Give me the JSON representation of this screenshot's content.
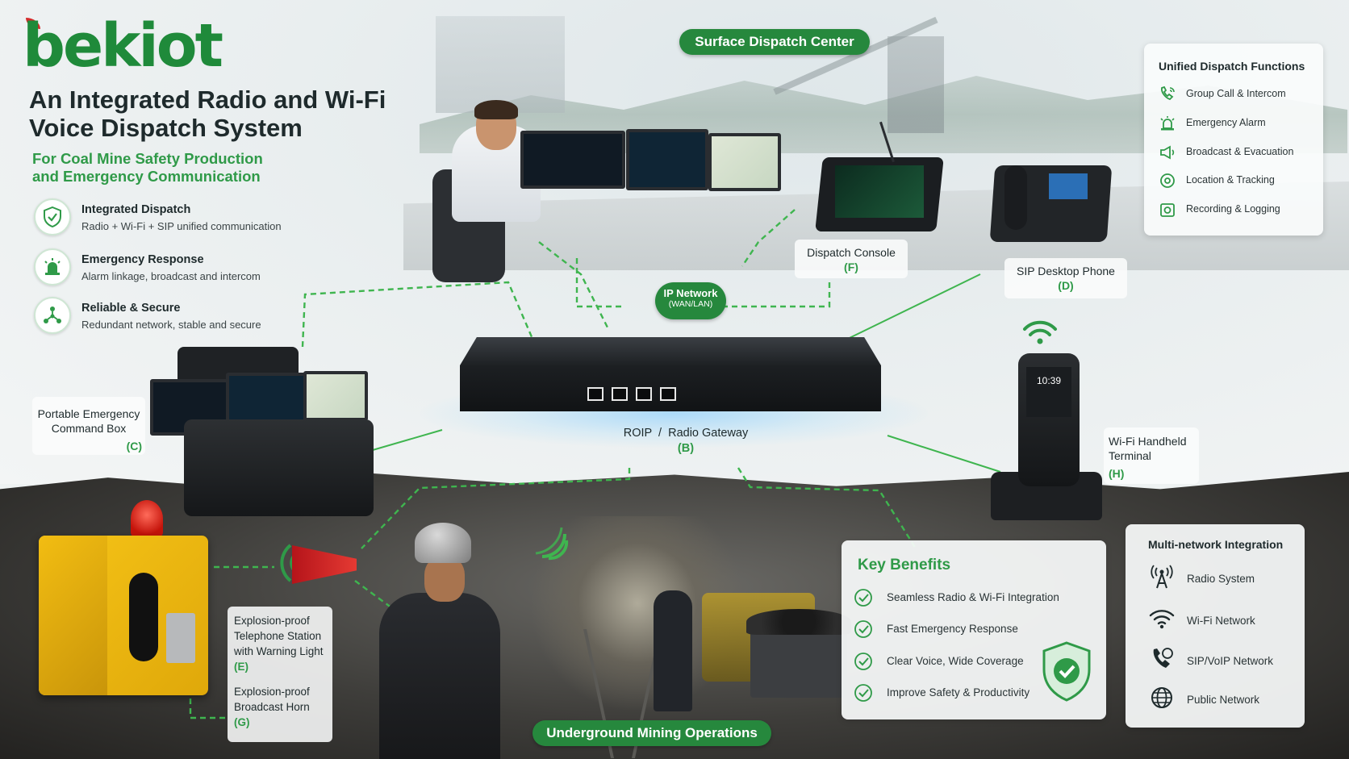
{
  "brand": {
    "logo_text": "bekiot",
    "logo_color": "#1f8a3a",
    "accent_red": "#d42a2a"
  },
  "header": {
    "title": "An Integrated Radio and Wi-Fi Voice Dispatch System",
    "subtitle": "For Coal Mine Safety Production and Emergency Communication"
  },
  "features": [
    {
      "icon": "shield-check-icon",
      "title": "Integrated Dispatch",
      "desc": "Radio + Wi-Fi + SIP unified communication"
    },
    {
      "icon": "alarm-light-icon",
      "title": "Emergency Response",
      "desc": "Alarm linkage, broadcast and intercom"
    },
    {
      "icon": "network-nodes-icon",
      "title": "Reliable & Secure",
      "desc": "Redundant network, stable and secure"
    }
  ],
  "sections": {
    "surface": "Surface Dispatch Center",
    "underground": "Underground Mining Operations"
  },
  "network": {
    "ip_title": "IP Network",
    "ip_sub": "(WAN/LAN)"
  },
  "nodes": {
    "gateway": {
      "name": "ROIP  /  Radio Gateway",
      "code": "(B)"
    },
    "command_box": {
      "name": "Portable Emergency Command Box",
      "code": "(C)"
    },
    "sip_phone": {
      "name": "SIP Desktop Phone",
      "code": "(D)"
    },
    "telephone": {
      "name": "Explosion-proof Telephone Station with Warning Light",
      "code": "(E)"
    },
    "console": {
      "name": "Dispatch Console",
      "code": "(F)"
    },
    "horn": {
      "name": "Explosion-proof Broadcast Horn",
      "code": "(G)"
    },
    "handheld": {
      "name": "Wi-Fi Handheld Terminal",
      "code": "(H)",
      "screen_time": "10:39"
    }
  },
  "dispatch_functions": {
    "title": "Unified Dispatch Functions",
    "items": [
      {
        "icon": "group-call-icon",
        "label": "Group Call & Intercom"
      },
      {
        "icon": "alarm-icon",
        "label": "Emergency Alarm"
      },
      {
        "icon": "megaphone-icon",
        "label": "Broadcast & Evacuation"
      },
      {
        "icon": "location-icon",
        "label": "Location & Tracking"
      },
      {
        "icon": "recording-icon",
        "label": "Recording & Logging"
      }
    ]
  },
  "key_benefits": {
    "title": "Key Benefits",
    "items": [
      "Seamless Radio & Wi-Fi Integration",
      "Fast Emergency Response",
      "Clear Voice, Wide Coverage",
      "Improve Safety & Productivity"
    ]
  },
  "multi_network": {
    "title": "Multi-network Integration",
    "items": [
      {
        "icon": "radio-tower-icon",
        "label": "Radio System"
      },
      {
        "icon": "wifi-icon",
        "label": "Wi-Fi Network"
      },
      {
        "icon": "voip-phone-icon",
        "label": "SIP/VoIP Network"
      },
      {
        "icon": "globe-icon",
        "label": "Public Network"
      }
    ]
  },
  "colors": {
    "green": "#2f9a48",
    "pill": "#26883d",
    "dash": "#3fb54f"
  }
}
